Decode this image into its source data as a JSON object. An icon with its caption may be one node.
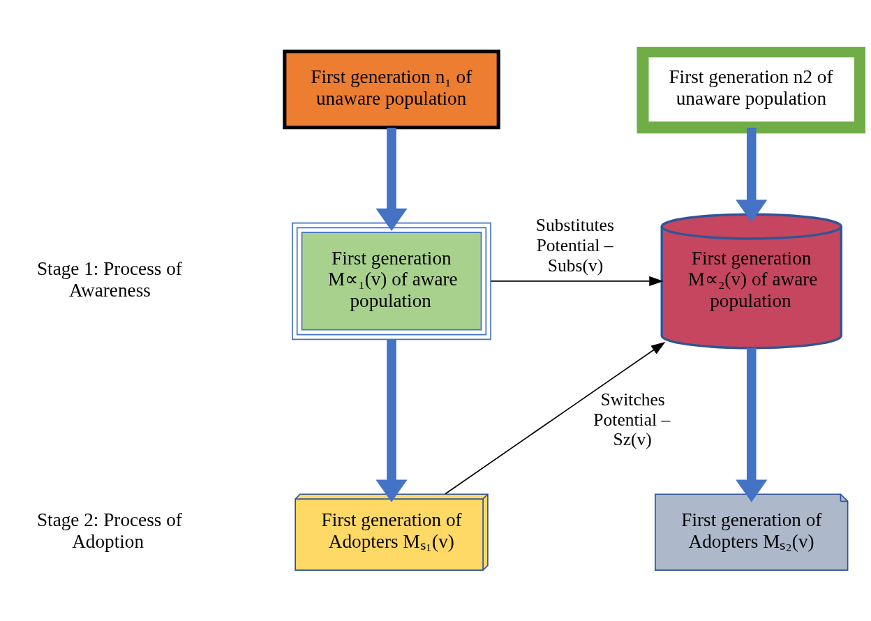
{
  "diagram": {
    "nodes": [
      {
        "text": [
          "First generation n₁ of unaware population"
        ]
      },
      {
        "text": [
          "First generation n2 of unaware population"
        ]
      },
      {
        "text": [
          "First generation M∝₁(v) of aware population"
        ]
      },
      {
        "text": [
          "First generation M∝₂(v) of aware population"
        ]
      },
      {
        "text": [
          "First generation of Adopters Mₛ₁(v)"
        ]
      },
      {
        "text": [
          "First generation of Adopters Mₛ₂(v)"
        ]
      }
    ],
    "edges": [
      {
        "from": 0,
        "to": 2,
        "arrow": "to"
      },
      {
        "from": 1,
        "to": 3,
        "arrow": "to"
      },
      {
        "from": 2,
        "to": 3,
        "arrow": "to",
        "label": "Substitutes Potential – Subs(v)",
        "color": "#000000"
      },
      {
        "from": 2,
        "to": 4,
        "arrow": "to"
      },
      {
        "from": 3,
        "to": 5,
        "arrow": "to"
      },
      {
        "from": 4,
        "to": 3,
        "arrow": "to",
        "label": "Switches Potential – Sz(v)",
        "color": "#000000"
      }
    ],
    "labels": [
      "Stage 1: Process of Awareness",
      "Stage 2: Process of Adoption"
    ]
  }
}
